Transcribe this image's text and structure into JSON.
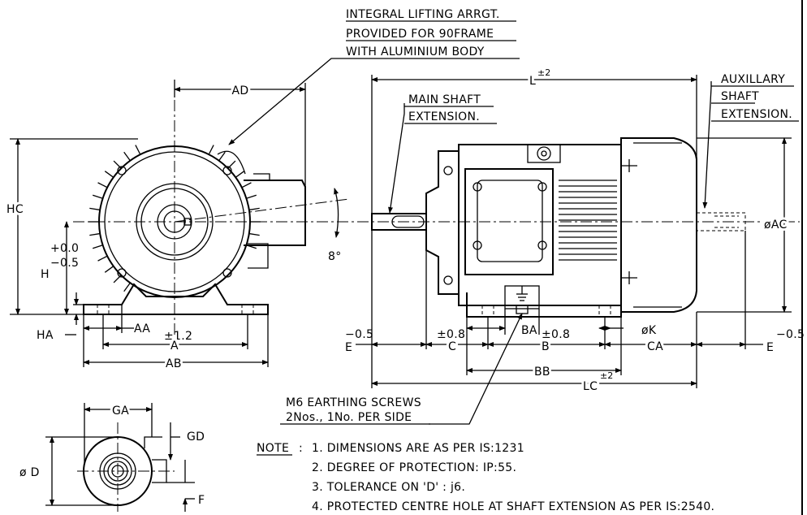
{
  "callouts": {
    "lifting": [
      "INTEGRAL LIFTING ARRGT.",
      "PROVIDED FOR 90FRAME",
      "WITH ALUMINIUM BODY"
    ],
    "main_shaft": [
      "MAIN SHAFT",
      "EXTENSION."
    ],
    "aux_shaft": [
      "AUXILLARY",
      "SHAFT",
      "EXTENSION."
    ],
    "earthing": [
      "M6 EARTHING SCREWS",
      "2Nos., 1No. PER SIDE"
    ]
  },
  "dims": {
    "AD": "AD",
    "HC": "HC",
    "H": "H",
    "H_tol_top": "+0.0",
    "H_tol_bot": "−0.5",
    "angle": "8°",
    "HA": "HA",
    "AA": "AA",
    "A": "A",
    "A_tol": "±1.2",
    "AB": "AB",
    "L": "L",
    "L_tol": "±2",
    "AC": "øAC",
    "E": "E",
    "E_tol": "−0.5",
    "C": "C",
    "C_tol": "±0.8",
    "B": "B",
    "B_tol": "±0.8",
    "BA": "BA",
    "K": "øK",
    "CA": "CA",
    "BB": "BB",
    "LC": "LC",
    "LC_tol": "±2",
    "GA": "GA",
    "GD": "GD",
    "D": "ø D",
    "F": "F"
  },
  "notes": {
    "heading": "NOTE",
    "colon": ":",
    "items": [
      "1. DIMENSIONS ARE AS PER IS:1231",
      "2. DEGREE OF PROTECTION: IP:55.",
      "3. TOLERANCE ON 'D' : j6.",
      "4. PROTECTED CENTRE HOLE AT SHAFT EXTENSION AS PER IS:2540."
    ]
  }
}
